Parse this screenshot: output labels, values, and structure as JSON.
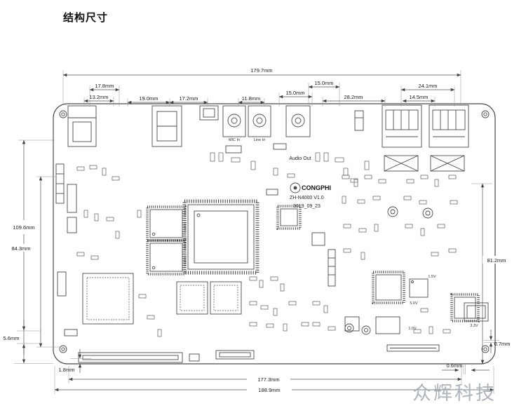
{
  "page": {
    "title": "结构尺寸",
    "watermark": "众辉科技"
  },
  "board": {
    "logo_text": "CONGPHI",
    "model": "ZH-N4000 V1.0",
    "date": "2019_09_23",
    "ports": {
      "mic_in": "MIC In",
      "line_in": "Line In",
      "audio_out": "Audio Out"
    },
    "test_points": {
      "tp1": "1.5V",
      "tp2": "5.0V",
      "tp3": "1.0V",
      "tp4": "3.3V"
    }
  },
  "dimensions": {
    "overall_width": "179.7mm",
    "top": {
      "d17_8": "17.8mm",
      "d13_2": "13.2mm",
      "d19_0": "19.0mm",
      "d17_2": "17.2mm",
      "d11_8": "11.8mm",
      "d15_0a": "15.0mm",
      "d15_0b": "15.0mm",
      "d28_2": "28.2mm",
      "d24_1": "24.1mm",
      "d14_5": "14.5mm"
    },
    "left": {
      "d109_6": "109.6mm",
      "d84_3": "84.3mm",
      "d5_6": "5.6mm",
      "d1_8": "1.8mm"
    },
    "right": {
      "d81_2": "81.2mm",
      "d0_7": "0.7mm"
    },
    "bottom": {
      "d177_3": "177.3mm",
      "d188_9": "188.9mm",
      "d0_6": "0.6mm"
    }
  }
}
